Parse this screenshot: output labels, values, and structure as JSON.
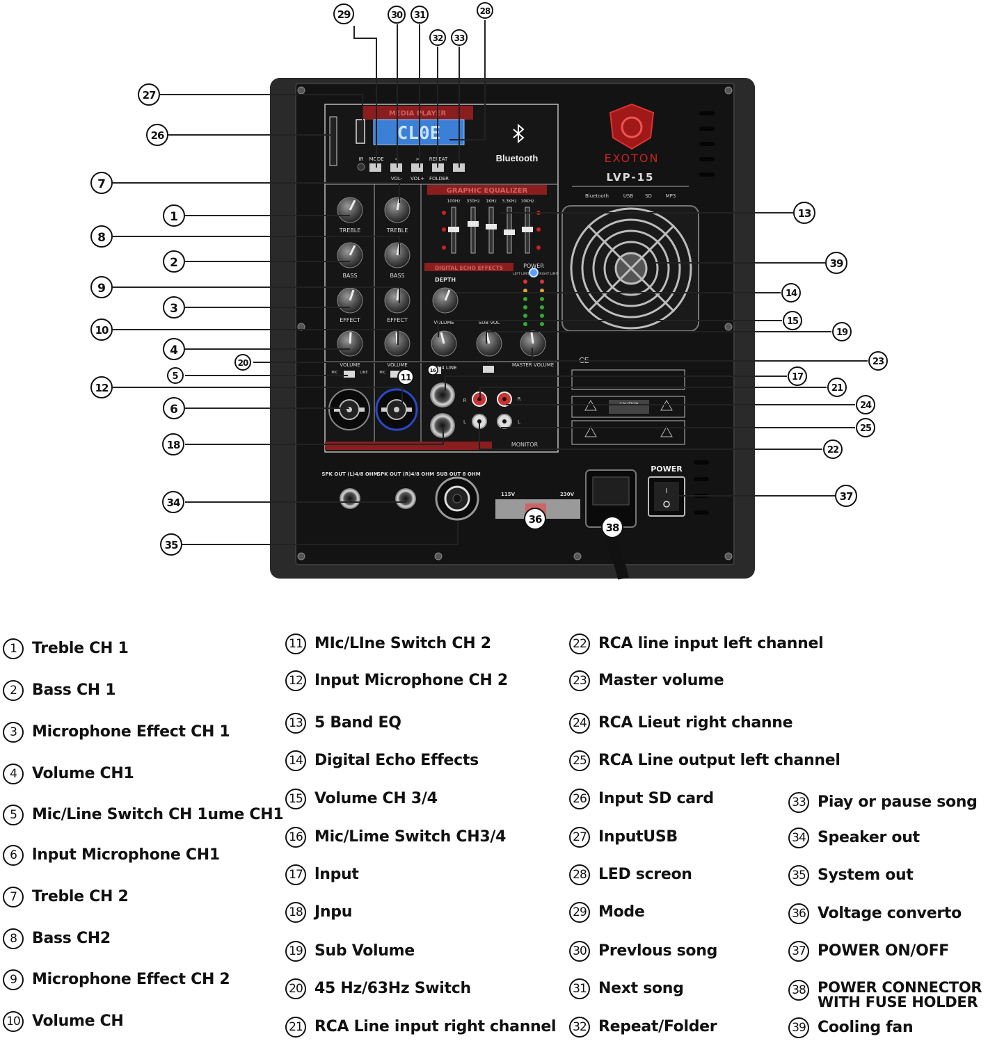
{
  "panel": {
    "brand": "EXOTON",
    "model": "LVP-15",
    "media_label": "MEDIA PLAYER",
    "display_text": "CL0E",
    "bluetooth_label": "Bluetooth",
    "eq_title": "GRAPHIC EQUALIZER",
    "eq_bands": [
      "100Hz",
      "330Hz",
      "1KHz",
      "3.3KHz",
      "10KHz"
    ],
    "echo_title": "DIGITAL ECHO EFFECTS",
    "depth_label": "DEPTH",
    "power_meter_label": "POWER",
    "left_limit": "LEFT LIMIT",
    "right_limit": "RIGHT LIMIT",
    "treble": "TREBLE",
    "bass": "BASS",
    "effect": "EFFECT",
    "volume": "VOLUME",
    "vol_34": "VOLUME",
    "sub_vol": "SUB VOL",
    "master_volume": "MASTER VOLUME",
    "ch34_line": "3/4 LINE",
    "mic_label": "MIC",
    "line_label": "LINE",
    "button_labels": [
      "IR",
      "MODE",
      "<",
      ">",
      "REPEAT"
    ],
    "vol_minus": "VOL-",
    "vol_plus": "VOL+",
    "folder": "FOLDER",
    "formats": [
      "Bluetooth",
      "USB",
      "SD",
      "MP3"
    ],
    "rca_r": "R",
    "rca_l": "L",
    "monitor": "MONITOR",
    "spk_out_l": "SPK OUT (L)4/8 OHM",
    "spk_out_r": "SPK OUT (R)4/8 OHM",
    "sub_out": "SUB OUT 8 OHM",
    "v115": "115V",
    "v230": "230V",
    "power_label": "POWER",
    "caution": "CAUTION",
    "ce_mark": "CE"
  },
  "callouts": [
    "29",
    "30",
    "31",
    "28",
    "32",
    "33",
    "27",
    "26",
    "7",
    "1",
    "8",
    "2",
    "9",
    "3",
    "10",
    "4",
    "20",
    "5",
    "12",
    "6",
    "18",
    "34",
    "35",
    "36",
    "38",
    "13",
    "39",
    "14",
    "15",
    "19",
    "23",
    "17",
    "21",
    "24",
    "25",
    "22",
    "37",
    "11",
    "16"
  ],
  "legend": [
    {
      "num": "1",
      "text": "Treble CH 1"
    },
    {
      "num": "2",
      "text": "Bass CH 1"
    },
    {
      "num": "3",
      "text": "Microphone Effect CH 1"
    },
    {
      "num": "4",
      "text": "Volume CH1"
    },
    {
      "num": "5",
      "text": "Mic/Line Switch CH 1ume CH1"
    },
    {
      "num": "6",
      "text": "lnput Microphone CH1"
    },
    {
      "num": "7",
      "text": "Treble CH 2"
    },
    {
      "num": "8",
      "text": "Bass CH2"
    },
    {
      "num": "9",
      "text": "Microphone Effect CH 2"
    },
    {
      "num": "10",
      "text": "Volume CH"
    },
    {
      "num": "11",
      "text": "MIc/LIne Switch CH 2"
    },
    {
      "num": "12",
      "text": "Input Microphone CH 2"
    },
    {
      "num": "13",
      "text": "5 Band EQ"
    },
    {
      "num": "14",
      "text": "Digital Echo Effects"
    },
    {
      "num": "15",
      "text": "Volume CH 3/4"
    },
    {
      "num": "16",
      "text": "Mic/Lime Switch CH3/4"
    },
    {
      "num": "17",
      "text": "lnput"
    },
    {
      "num": "18",
      "text": "Jnpu"
    },
    {
      "num": "19",
      "text": "Sub Volume"
    },
    {
      "num": "20",
      "text": "45 Hz/63Hz Switch"
    },
    {
      "num": "21",
      "text": "RCA Line input right channel"
    },
    {
      "num": "22",
      "text": "RCA line input left channel"
    },
    {
      "num": "23",
      "text": "Master volume"
    },
    {
      "num": "24",
      "text": "RCA Lieut right channe"
    },
    {
      "num": "25",
      "text": "RCA Line output left channel"
    },
    {
      "num": "26",
      "text": "Input SD card"
    },
    {
      "num": "27",
      "text": "InputUSB"
    },
    {
      "num": "28",
      "text": "LED screon"
    },
    {
      "num": "29",
      "text": "Mode"
    },
    {
      "num": "30",
      "text": "Prevlous song"
    },
    {
      "num": "31",
      "text": "Next song"
    },
    {
      "num": "32",
      "text": "Repeat/Folder"
    },
    {
      "num": "33",
      "text": "Piay or pause song"
    },
    {
      "num": "34",
      "text": "Speaker out"
    },
    {
      "num": "35",
      "text": "System out"
    },
    {
      "num": "36",
      "text": "Voltage converto"
    },
    {
      "num": "37",
      "text": "POWER ON/OFF"
    },
    {
      "num": "38",
      "text": "POWER CONNECTOR WITH FUSE HOLDER"
    },
    {
      "num": "39",
      "text": "Cooling fan"
    }
  ]
}
